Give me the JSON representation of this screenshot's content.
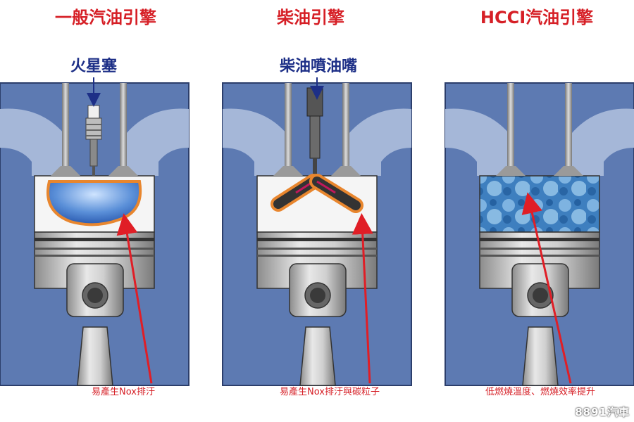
{
  "panels": [
    {
      "title": "一般汽油引擎",
      "component_label": "火星塞",
      "note": "易產生Nox排汙"
    },
    {
      "title": "柴油引擎",
      "component_label": "柴油噴油嘴",
      "note": "易產生Nox排汙與碳粒子"
    },
    {
      "title": "HCCI汽油引擎",
      "component_label": "",
      "note": "低燃燒溫度、燃燒效率提升"
    }
  ],
  "watermark": "8891汽車",
  "colors": {
    "title": "#d61f26",
    "label": "#1d2f87",
    "cylinder_wall": "#5d7ab2",
    "piston": "#c9c9c9"
  },
  "icons": [
    "spark-plug-icon",
    "injector-icon",
    "piston-icon"
  ]
}
